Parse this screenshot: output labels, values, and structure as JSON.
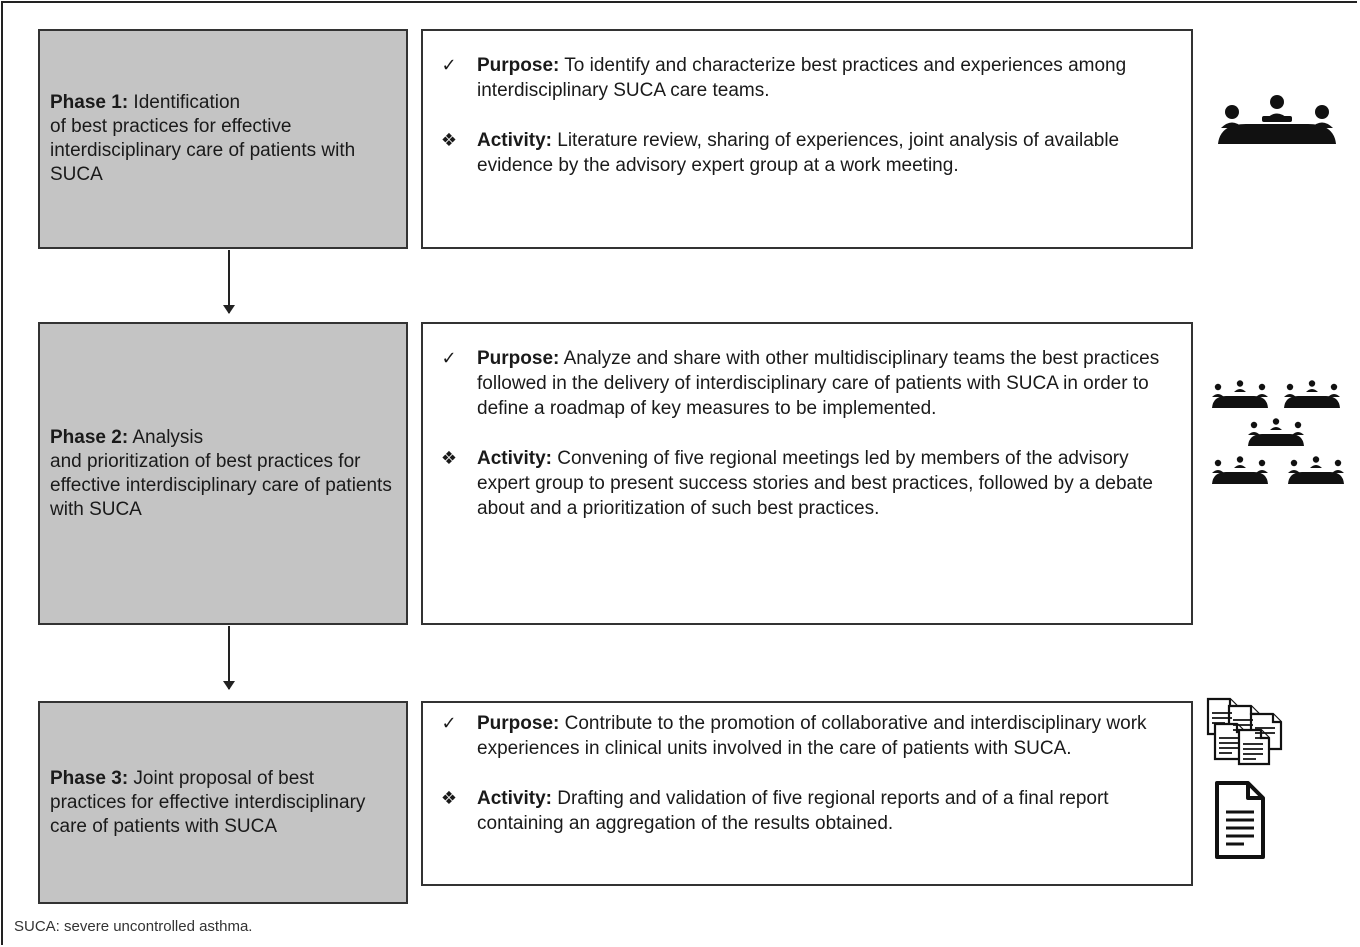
{
  "phases": [
    {
      "title": "Phase 1:",
      "text": " Identification\nof best practices for effective interdisciplinary care of patients with SUCA",
      "purpose_label": "Purpose:",
      "purpose_text": " To identify and characterize best practices and experiences among interdisciplinary SUCA care teams.",
      "activity_label": "Activity:",
      "activity_text": " Literature review, sharing of experiences, joint analysis of available evidence by the advisory expert group at a work meeting.",
      "icon": "meeting-group-icon"
    },
    {
      "title": "Phase 2:",
      "text": " Analysis\nand prioritization of best practices for effective interdisciplinary care of patients with SUCA",
      "purpose_label": "Purpose:",
      "purpose_text": " Analyze and share with other multidisciplinary teams the best practices followed in the delivery of interdisciplinary care of patients with SUCA in order to define a roadmap of key measures to be implemented.",
      "activity_label": "Activity:",
      "activity_text": " Convening of five regional meetings led by members of the advisory expert group to present success stories and best practices, followed by a debate about and a prioritization of such best practices.",
      "icon": "five-groups-icon"
    },
    {
      "title": "Phase 3:",
      "text": " Joint proposal of best practices for effective interdisciplinary care of patients with SUCA",
      "purpose_label": "Purpose:",
      "purpose_text": " Contribute to the promotion of collaborative and interdisciplinary work experiences in clinical units involved in the care of patients with SUCA.",
      "activity_label": "Activity:",
      "activity_text": " Drafting and validation of five regional reports and of a final report containing an aggregation of the results obtained.",
      "icon": "reports-documents-icon"
    }
  ],
  "bullets": {
    "check": "✓",
    "diamond": "❖"
  },
  "footnote": "SUCA: severe uncontrolled asthma."
}
